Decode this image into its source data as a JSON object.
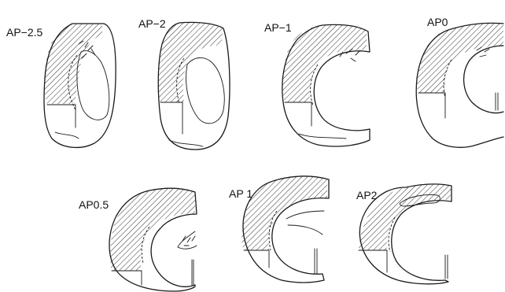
{
  "figure": {
    "sections": [
      {
        "label": "AP−2.5"
      },
      {
        "label": "AP−2"
      },
      {
        "label": "AP−1"
      },
      {
        "label": "AP0"
      },
      {
        "label": "AP0.5"
      },
      {
        "label": "AP 1"
      },
      {
        "label": "AP2"
      }
    ],
    "colors": {
      "ink": "#1a1a1a",
      "background": "#ffffff"
    }
  }
}
